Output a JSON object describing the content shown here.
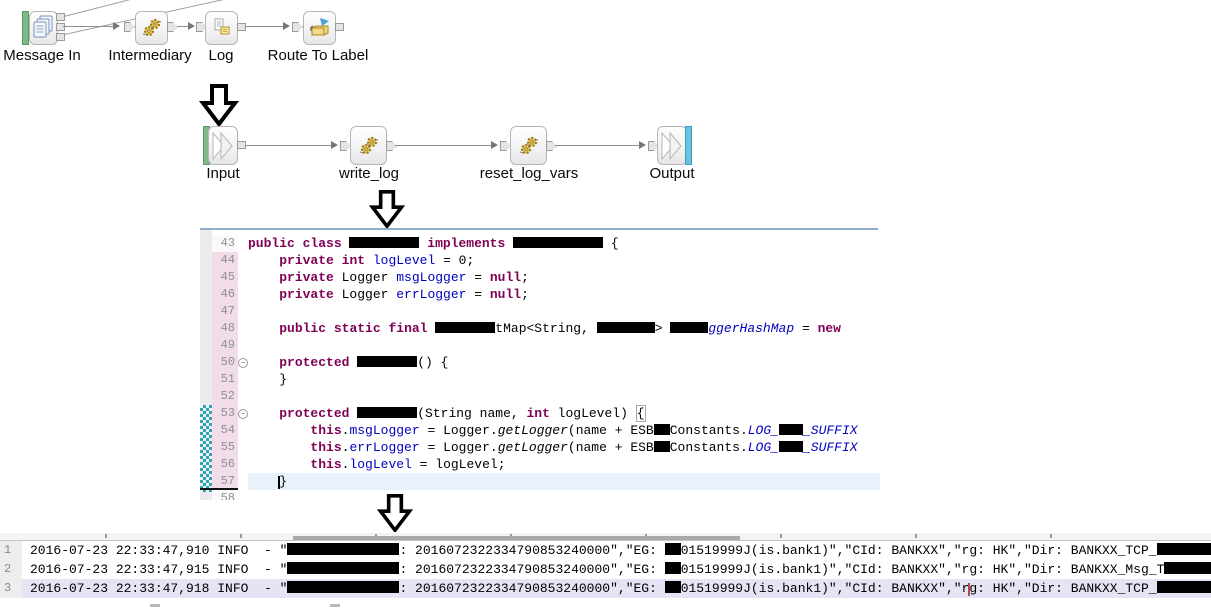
{
  "flow1": {
    "nodes": [
      {
        "label": "Message In",
        "icon": "message-in-icon"
      },
      {
        "label": "Intermediary",
        "icon": "gears-icon"
      },
      {
        "label": "Log",
        "icon": "log-icon"
      },
      {
        "label": "Route To Label",
        "icon": "route-to-label-icon"
      }
    ]
  },
  "flow2": {
    "nodes": [
      {
        "label": "Input",
        "icon": "input-chevron-icon"
      },
      {
        "label": "write_log",
        "icon": "gears-icon"
      },
      {
        "label": "reset_log_vars",
        "icon": "gears-icon"
      },
      {
        "label": "Output",
        "icon": "output-chevron-icon"
      }
    ]
  },
  "editor": {
    "lines": [
      {
        "n": "43",
        "seg": [
          [
            "kw",
            "public"
          ],
          [
            "pl",
            " "
          ],
          [
            "kw",
            "class"
          ],
          [
            "pl",
            " "
          ],
          [
            "r",
            70
          ],
          [
            "pl",
            " "
          ],
          [
            "kw",
            "implements"
          ],
          [
            "pl",
            " "
          ],
          [
            "r",
            90
          ],
          [
            "pl",
            " {"
          ]
        ]
      },
      {
        "n": "44",
        "pink": true,
        "seg": [
          [
            "pl",
            "    "
          ],
          [
            "kw",
            "private"
          ],
          [
            "pl",
            " "
          ],
          [
            "kw",
            "int"
          ],
          [
            "pl",
            " "
          ],
          [
            "fld",
            "logLevel"
          ],
          [
            "pl",
            " = 0;"
          ]
        ]
      },
      {
        "n": "45",
        "pink": true,
        "seg": [
          [
            "pl",
            "    "
          ],
          [
            "kw",
            "private"
          ],
          [
            "pl",
            " Logger "
          ],
          [
            "fld",
            "msgLogger"
          ],
          [
            "pl",
            " = "
          ],
          [
            "kw",
            "null"
          ],
          [
            "pl",
            ";"
          ]
        ]
      },
      {
        "n": "46",
        "pink": true,
        "seg": [
          [
            "pl",
            "    "
          ],
          [
            "kw",
            "private"
          ],
          [
            "pl",
            " Logger "
          ],
          [
            "fld",
            "errLogger"
          ],
          [
            "pl",
            " = "
          ],
          [
            "kw",
            "null"
          ],
          [
            "pl",
            ";"
          ]
        ]
      },
      {
        "n": "47",
        "pink": true,
        "seg": []
      },
      {
        "n": "48",
        "pink": true,
        "seg": [
          [
            "pl",
            "    "
          ],
          [
            "kw",
            "public"
          ],
          [
            "pl",
            " "
          ],
          [
            "kw",
            "static"
          ],
          [
            "pl",
            " "
          ],
          [
            "kw",
            "final"
          ],
          [
            "pl",
            " "
          ],
          [
            "r",
            60
          ],
          [
            "pl",
            "tMap<String, "
          ],
          [
            "r",
            58
          ],
          [
            "pl",
            "> "
          ],
          [
            "r",
            38
          ],
          [
            "ifld",
            "ggerHashMap"
          ],
          [
            "pl",
            " = "
          ],
          [
            "kw",
            "new"
          ]
        ]
      },
      {
        "n": "49",
        "pink": true,
        "seg": []
      },
      {
        "n": "50",
        "pink": true,
        "fold": true,
        "seg": [
          [
            "pl",
            "    "
          ],
          [
            "kw",
            "protected"
          ],
          [
            "pl",
            " "
          ],
          [
            "r",
            60
          ],
          [
            "pl",
            "() {"
          ]
        ]
      },
      {
        "n": "51",
        "pink": true,
        "seg": [
          [
            "pl",
            "    }"
          ]
        ]
      },
      {
        "n": "52",
        "pink": true,
        "seg": []
      },
      {
        "n": "53",
        "pink": true,
        "fold": true,
        "seg": [
          [
            "pl",
            "    "
          ],
          [
            "kw",
            "protected"
          ],
          [
            "pl",
            " "
          ],
          [
            "r",
            60
          ],
          [
            "pl",
            "(String name, "
          ],
          [
            "kw",
            "int"
          ],
          [
            "pl",
            " logLevel) "
          ],
          [
            "box",
            "{"
          ]
        ]
      },
      {
        "n": "54",
        "pink": true,
        "seg": [
          [
            "pl",
            "        "
          ],
          [
            "kw",
            "this"
          ],
          [
            "pl",
            "."
          ],
          [
            "fld",
            "msgLogger"
          ],
          [
            "pl",
            " = Logger."
          ],
          [
            "ipl",
            "getLogger"
          ],
          [
            "pl",
            "(name + ESB"
          ],
          [
            "r",
            16
          ],
          [
            "pl",
            "Constants."
          ],
          [
            "ifld",
            "LOG_"
          ],
          [
            "r",
            24
          ],
          [
            "ifld",
            "_SUFFIX"
          ]
        ]
      },
      {
        "n": "55",
        "pink": true,
        "seg": [
          [
            "pl",
            "        "
          ],
          [
            "kw",
            "this"
          ],
          [
            "pl",
            "."
          ],
          [
            "fld",
            "errLogger"
          ],
          [
            "pl",
            " = Logger."
          ],
          [
            "ipl",
            "getLogger"
          ],
          [
            "pl",
            "(name + ESB"
          ],
          [
            "r",
            16
          ],
          [
            "pl",
            "Constants."
          ],
          [
            "ifld",
            "LOG_"
          ],
          [
            "r",
            24
          ],
          [
            "ifld",
            "_SUFFIX"
          ]
        ]
      },
      {
        "n": "56",
        "pink": true,
        "seg": [
          [
            "pl",
            "        "
          ],
          [
            "kw",
            "this"
          ],
          [
            "pl",
            "."
          ],
          [
            "fld",
            "logLevel"
          ],
          [
            "pl",
            " = logLevel;"
          ]
        ]
      },
      {
        "n": "57",
        "pink": true,
        "hl": true,
        "seg": [
          [
            "pl",
            "    "
          ],
          [
            "caret",
            "black"
          ],
          [
            "pl",
            "}"
          ]
        ]
      },
      {
        "n": "58",
        "partial": true,
        "seg": []
      }
    ]
  },
  "log": {
    "lines": [
      {
        "n": "1",
        "seg": [
          [
            "pl",
            "2016-07-23 22:33:47,910 INFO  - \""
          ],
          [
            "r",
            112
          ],
          [
            "pl",
            ": 2016072322334790853240000\",\"EG: "
          ],
          [
            "r",
            16
          ],
          [
            "pl",
            "01519999J(is.bank1)\",\"CId: BANKXX\",\"rg: HK\",\"Dir: BANKXX_TCP_"
          ],
          [
            "r",
            78
          ]
        ]
      },
      {
        "n": "2",
        "seg": [
          [
            "pl",
            "2016-07-23 22:33:47,915 INFO  - \""
          ],
          [
            "r",
            112
          ],
          [
            "pl",
            ": 2016072322334790853240000\",\"EG: "
          ],
          [
            "r",
            16
          ],
          [
            "pl",
            "01519999J(is.bank1)\",\"CId: BANKXX\",\"rg: HK\",\"Dir: BANKXX_Msg_T"
          ],
          [
            "r",
            78
          ]
        ]
      },
      {
        "n": "3",
        "hl": true,
        "seg": [
          [
            "pl",
            "2016-07-23 22:33:47,918 INFO  - \""
          ],
          [
            "r",
            112
          ],
          [
            "pl",
            ": 2016072322334790853240000\",\"EG: "
          ],
          [
            "r",
            16
          ],
          [
            "pl",
            "01519999J(is.bank1)\",\"CId: BANKXX\",\"r"
          ],
          [
            "caret",
            "red"
          ],
          [
            "pl",
            "g: HK\",\"Dir: BANKXX_TCP_"
          ],
          [
            "r",
            78
          ]
        ]
      }
    ]
  },
  "colors": {
    "keyword": "#7f0055",
    "field": "#0000c0",
    "current_line_highlight": "#e9f2fc",
    "selected_log_line": "#e4e4f5",
    "changed_lines_gutter": "#f3dce9",
    "diff_marker_teal": "#35a0b0",
    "editor_top_border": "#92aacb",
    "input_node_green": "#7fb98a",
    "output_node_blue": "#6cc1e0",
    "arrow_outline": "#000000"
  }
}
